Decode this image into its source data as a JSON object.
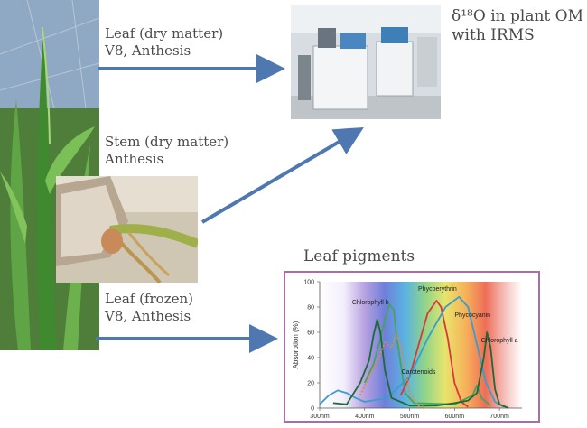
{
  "labels": {
    "leaf_dry_line1": "Leaf (dry matter)",
    "leaf_dry_line2": "V8, Anthesis",
    "stem_dry_line1": "Stem (dry matter)",
    "stem_dry_line2": "Anthesis",
    "leaf_frozen_line1": "Leaf (frozen)",
    "leaf_frozen_line2": "V8, Anthesis",
    "irms_line1": "δ¹⁸O in plant OM",
    "irms_line2": "with IRMS",
    "pigments_title": "Leaf pigments"
  },
  "colors": {
    "arrow": "#4f77b0",
    "chart_border": "#a570a8"
  },
  "chart_data": {
    "type": "line",
    "xlabel": "",
    "ylabel": "Absorption (%)",
    "x_ticks": [
      "300nm",
      "400nm",
      "500nm",
      "600nm",
      "700nm"
    ],
    "y_ticks": [
      "0",
      "20",
      "40",
      "60",
      "80",
      "100"
    ],
    "xlim": [
      300,
      750
    ],
    "ylim": [
      0,
      100
    ],
    "series": [
      {
        "name": "Chlorophyll b",
        "color": "#47a262",
        "points": [
          [
            400,
            20
          ],
          [
            420,
            35
          ],
          [
            435,
            55
          ],
          [
            445,
            70
          ],
          [
            455,
            82
          ],
          [
            465,
            78
          ],
          [
            470,
            60
          ],
          [
            478,
            40
          ],
          [
            490,
            12
          ],
          [
            510,
            4
          ],
          [
            600,
            3
          ],
          [
            640,
            10
          ],
          [
            650,
            18
          ],
          [
            660,
            8
          ],
          [
            680,
            2
          ]
        ]
      },
      {
        "name": "Phycoerythrin",
        "color": "#d8383a",
        "points": [
          [
            480,
            10
          ],
          [
            500,
            25
          ],
          [
            520,
            50
          ],
          [
            540,
            75
          ],
          [
            560,
            85
          ],
          [
            570,
            80
          ],
          [
            585,
            55
          ],
          [
            600,
            20
          ],
          [
            615,
            5
          ],
          [
            630,
            1
          ]
        ]
      },
      {
        "name": "Phycocyanin",
        "color": "#3a9ecc",
        "points": [
          [
            300,
            3
          ],
          [
            320,
            10
          ],
          [
            340,
            14
          ],
          [
            360,
            12
          ],
          [
            380,
            8
          ],
          [
            400,
            5
          ],
          [
            450,
            8
          ],
          [
            500,
            25
          ],
          [
            540,
            55
          ],
          [
            580,
            80
          ],
          [
            610,
            88
          ],
          [
            630,
            80
          ],
          [
            650,
            50
          ],
          [
            670,
            20
          ],
          [
            690,
            5
          ],
          [
            710,
            1
          ]
        ]
      },
      {
        "name": "Chlorophyll a",
        "color": "#1f6a33",
        "points": [
          [
            330,
            4
          ],
          [
            360,
            3
          ],
          [
            390,
            20
          ],
          [
            410,
            38
          ],
          [
            420,
            58
          ],
          [
            428,
            70
          ],
          [
            435,
            60
          ],
          [
            445,
            30
          ],
          [
            460,
            8
          ],
          [
            500,
            2
          ],
          [
            560,
            2
          ],
          [
            600,
            4
          ],
          [
            630,
            6
          ],
          [
            650,
            12
          ],
          [
            665,
            40
          ],
          [
            672,
            60
          ],
          [
            680,
            48
          ],
          [
            690,
            15
          ],
          [
            700,
            3
          ],
          [
            720,
            0
          ]
        ]
      },
      {
        "name": "Carotenoids",
        "color": "#e08a3a",
        "dashed": true,
        "points": [
          [
            390,
            10
          ],
          [
            410,
            25
          ],
          [
            430,
            38
          ],
          [
            445,
            52
          ],
          [
            460,
            48
          ],
          [
            470,
            58
          ],
          [
            480,
            50
          ],
          [
            490,
            30
          ],
          [
            500,
            12
          ],
          [
            520,
            2
          ],
          [
            540,
            0
          ]
        ]
      }
    ],
    "annotations": [
      {
        "text": "Chlorophyll b",
        "x": 413,
        "y": 82
      },
      {
        "text": "Phycoerythrin",
        "x": 562,
        "y": 93
      },
      {
        "text": "Phycocyanin",
        "x": 640,
        "y": 72
      },
      {
        "text": "Carotenoids",
        "x": 520,
        "y": 27
      },
      {
        "text": "Chlorophyll a",
        "x": 700,
        "y": 52
      }
    ]
  }
}
